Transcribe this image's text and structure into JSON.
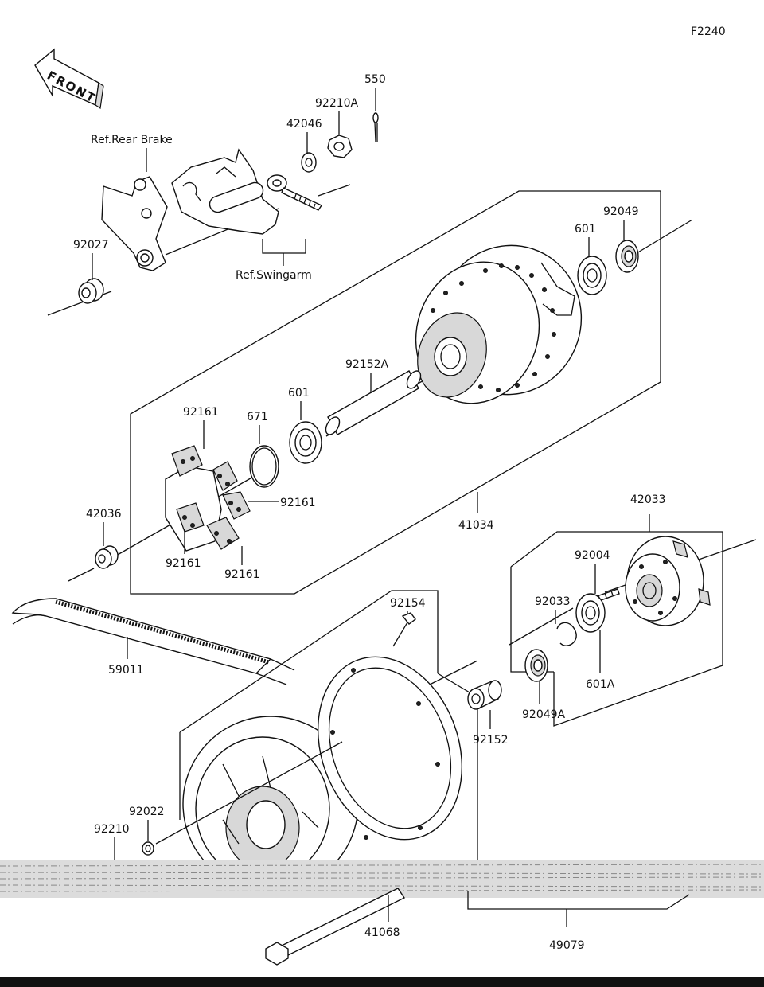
{
  "diagram_code": "F2240",
  "front_label": "FRONT",
  "refs": {
    "rear_brake": "Ref.Rear Brake",
    "swingarm": "Ref.Swingarm"
  },
  "parts": {
    "p550": "550",
    "p92210A": "92210A",
    "p42046": "42046",
    "p92027": "92027",
    "p92049": "92049",
    "p601_top": "601",
    "p92152A": "92152A",
    "p601_mid": "601",
    "p671": "671",
    "p92161_a": "92161",
    "p92161_b": "92161",
    "p92161_c": "92161",
    "p92161_d": "92161",
    "p42036": "42036",
    "p41034": "41034",
    "p42033": "42033",
    "p92004": "92004",
    "p92033": "92033",
    "p92154": "92154",
    "p59011": "59011",
    "p601A": "601A",
    "p92049A": "92049A",
    "p92152": "92152",
    "p92022": "92022",
    "p92210": "92210",
    "p41068": "41068",
    "p49079": "49079"
  },
  "colors": {
    "line": "#111111",
    "background": "#ffffff",
    "shade": "#d8d8d8"
  }
}
